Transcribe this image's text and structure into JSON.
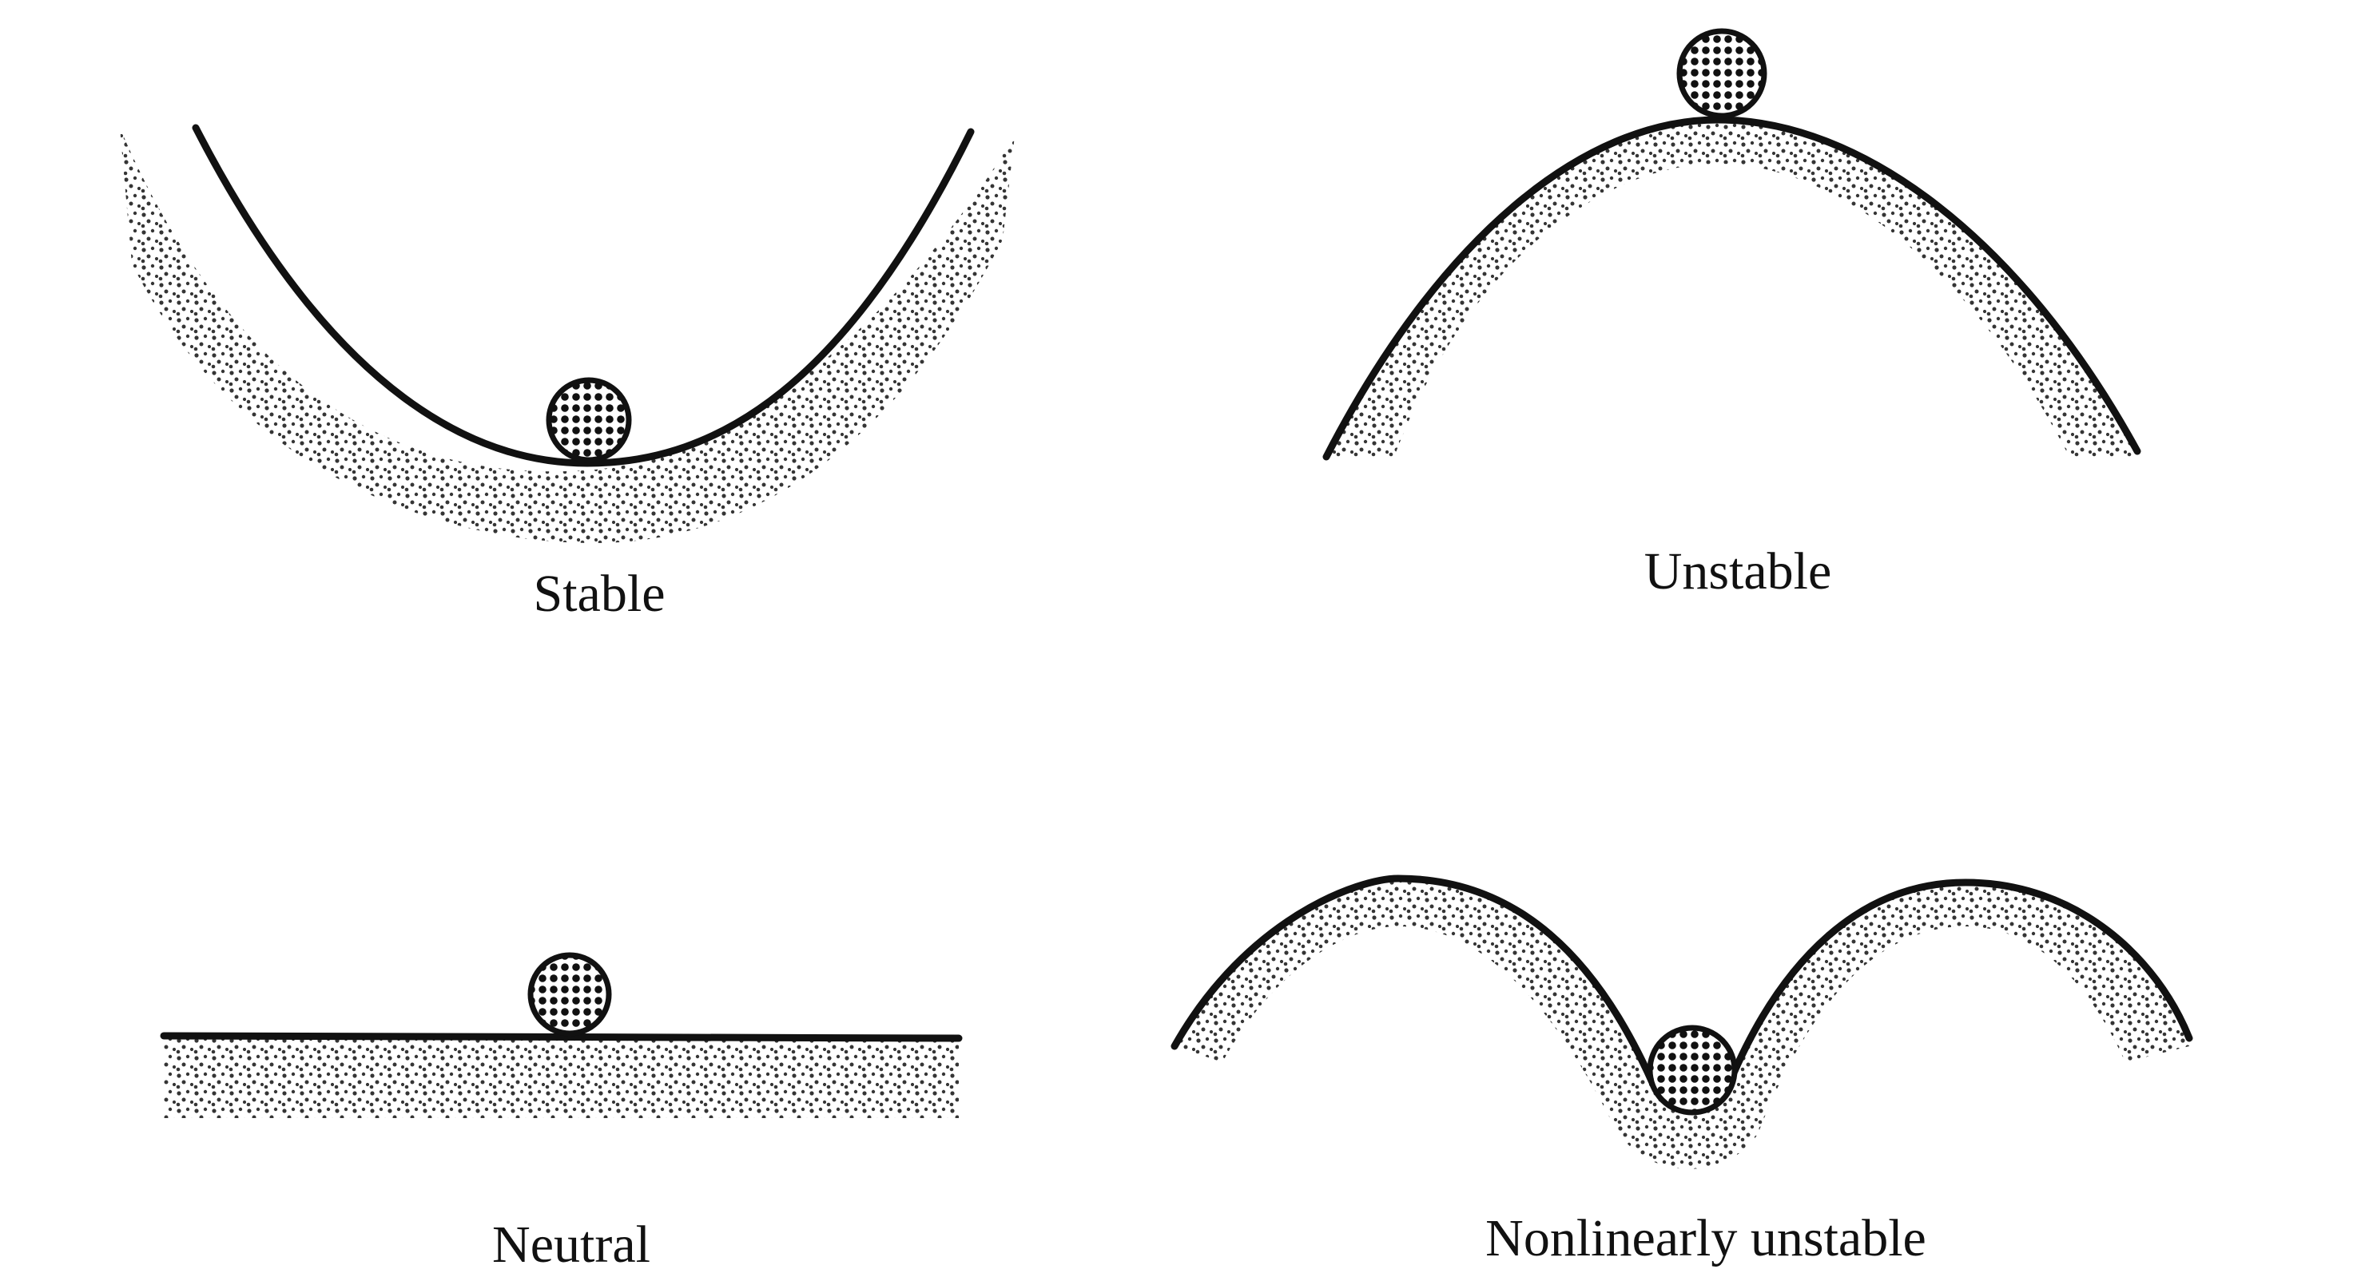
{
  "labels": {
    "stable": "Stable",
    "unstable": "Unstable",
    "neutral": "Neutral",
    "nonlinear": "Nonlinearly unstable"
  },
  "colors": {
    "ink": "#111111",
    "background": "#ffffff"
  }
}
